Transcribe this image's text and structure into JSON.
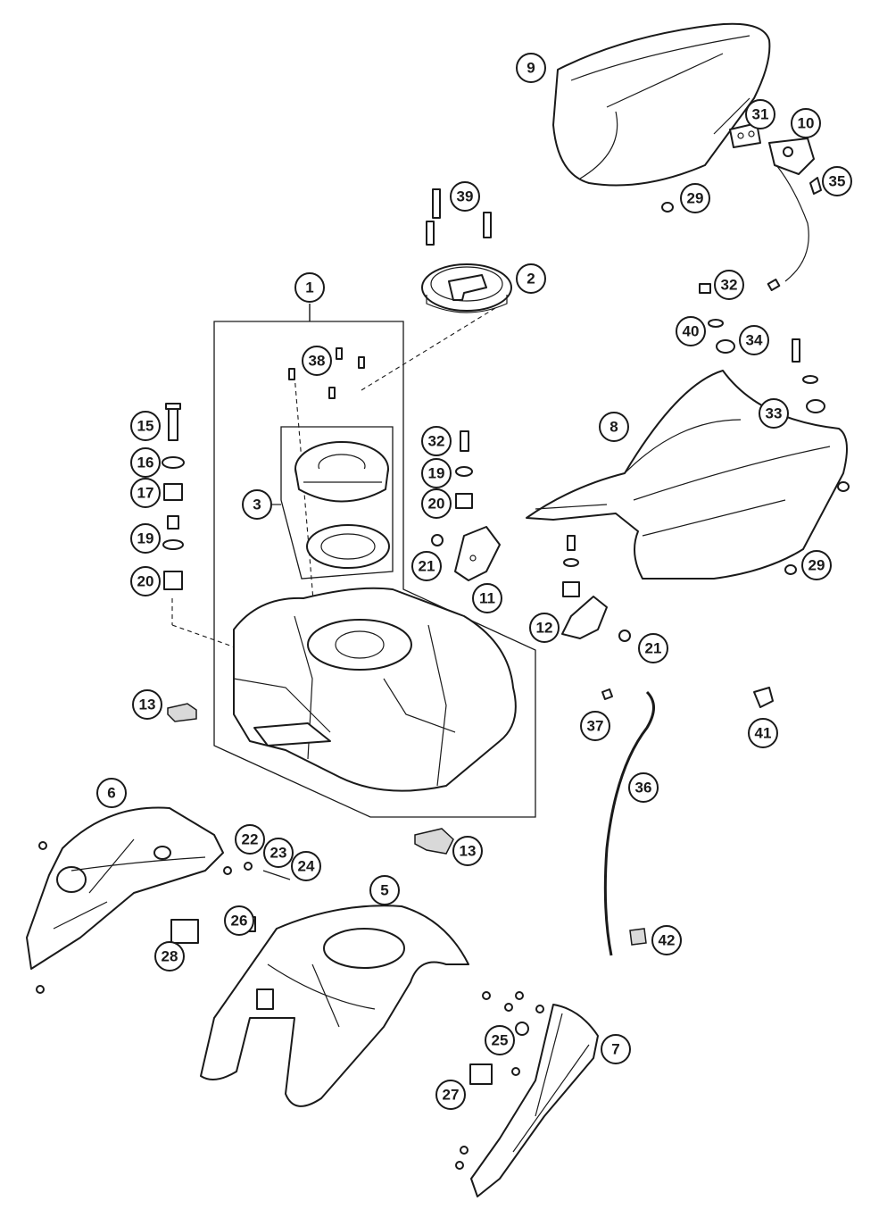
{
  "callouts": [
    {
      "id": "c1",
      "label": "1"
    },
    {
      "id": "c2",
      "label": "2"
    },
    {
      "id": "c3",
      "label": "3"
    },
    {
      "id": "c5",
      "label": "5"
    },
    {
      "id": "c6",
      "label": "6"
    },
    {
      "id": "c7",
      "label": "7"
    },
    {
      "id": "c8",
      "label": "8"
    },
    {
      "id": "c9",
      "label": "9"
    },
    {
      "id": "c10",
      "label": "10"
    },
    {
      "id": "c11",
      "label": "11"
    },
    {
      "id": "c12",
      "label": "12"
    },
    {
      "id": "c13a",
      "label": "13"
    },
    {
      "id": "c13b",
      "label": "13"
    },
    {
      "id": "c15",
      "label": "15"
    },
    {
      "id": "c16",
      "label": "16"
    },
    {
      "id": "c17",
      "label": "17"
    },
    {
      "id": "c19a",
      "label": "19"
    },
    {
      "id": "c19b",
      "label": "19"
    },
    {
      "id": "c20a",
      "label": "20"
    },
    {
      "id": "c20b",
      "label": "20"
    },
    {
      "id": "c21a",
      "label": "21"
    },
    {
      "id": "c21b",
      "label": "21"
    },
    {
      "id": "c22",
      "label": "22"
    },
    {
      "id": "c23",
      "label": "23"
    },
    {
      "id": "c24",
      "label": "24"
    },
    {
      "id": "c25",
      "label": "25"
    },
    {
      "id": "c26",
      "label": "26"
    },
    {
      "id": "c27",
      "label": "27"
    },
    {
      "id": "c28",
      "label": "28"
    },
    {
      "id": "c29a",
      "label": "29"
    },
    {
      "id": "c29b",
      "label": "29"
    },
    {
      "id": "c31",
      "label": "31"
    },
    {
      "id": "c32a",
      "label": "32"
    },
    {
      "id": "c32b",
      "label": "32"
    },
    {
      "id": "c33",
      "label": "33"
    },
    {
      "id": "c34",
      "label": "34"
    },
    {
      "id": "c35",
      "label": "35"
    },
    {
      "id": "c36",
      "label": "36"
    },
    {
      "id": "c37",
      "label": "37"
    },
    {
      "id": "c38",
      "label": "38"
    },
    {
      "id": "c39",
      "label": "39"
    },
    {
      "id": "c40",
      "label": "40"
    },
    {
      "id": "c41",
      "label": "41"
    },
    {
      "id": "c42",
      "label": "42"
    }
  ]
}
